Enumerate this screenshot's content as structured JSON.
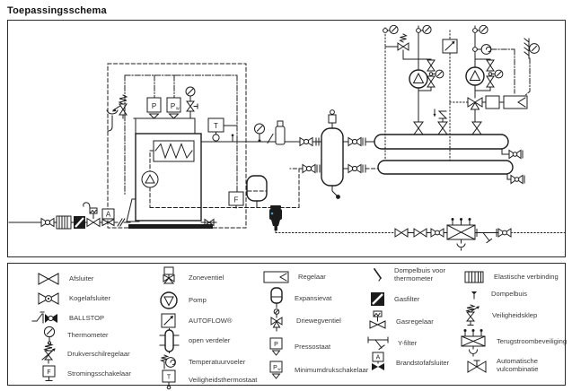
{
  "title": "Toepassingsschema",
  "colors": {
    "line": "#1c1c1c",
    "dark_fill": "#1b1b1b",
    "fill_valve_accent": "#4a9dc9"
  },
  "symbols": {
    "p": "P",
    "pw_main": "P",
    "pw_sub": "w",
    "t": "T",
    "f": "F",
    "a": "A"
  },
  "legend": {
    "items": [
      {
        "label": "Afsluiter"
      },
      {
        "label": "Kogelafsluiter"
      },
      {
        "label": "BALLSTOP"
      },
      {
        "label": "Thermometer"
      },
      {
        "label": "Drukverschilregelaar"
      },
      {
        "label": "Stromingsschakelaar"
      },
      {
        "label": "Zoneventiel"
      },
      {
        "label": "Pomp"
      },
      {
        "label": "AUTOFLOW®"
      },
      {
        "label": "open verdeler"
      },
      {
        "label": "Temperatuurvoeler"
      },
      {
        "label": "Veiligheidsthermostaat"
      },
      {
        "label": "Regelaar"
      },
      {
        "label": "Expansievat"
      },
      {
        "label": "Driewegventiel"
      },
      {
        "label": "Pressostaat"
      },
      {
        "label": "Minimumdrukschakelaar"
      },
      {
        "label": "Dompelbuis voor thermometer"
      },
      {
        "label": "Gasfilter"
      },
      {
        "label": "Gasregelaar"
      },
      {
        "label": "Y-filter"
      },
      {
        "label": "Brandstofafsluiter"
      },
      {
        "label": "Elastische verbinding"
      },
      {
        "label": "Dompelbuis"
      },
      {
        "label": "Veiligheidsklep"
      },
      {
        "label": "Terugstroombeveiliging"
      },
      {
        "label": "Automatische vulcombinatie"
      }
    ]
  }
}
